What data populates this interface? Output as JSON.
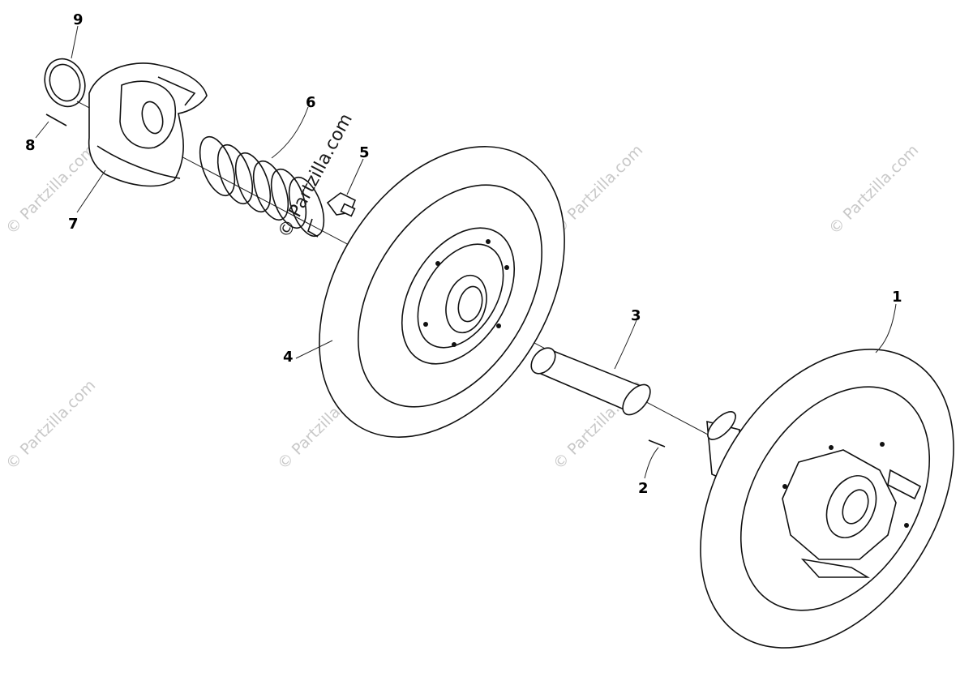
{
  "callouts": {
    "c1": "1",
    "c2": "2",
    "c3": "3",
    "c4": "4",
    "c5": "5",
    "c6": "6",
    "c7": "7",
    "c8": "8",
    "c9": "9"
  },
  "watermark": {
    "text": "© Partzilla.com",
    "color": "#c8c8c8"
  }
}
